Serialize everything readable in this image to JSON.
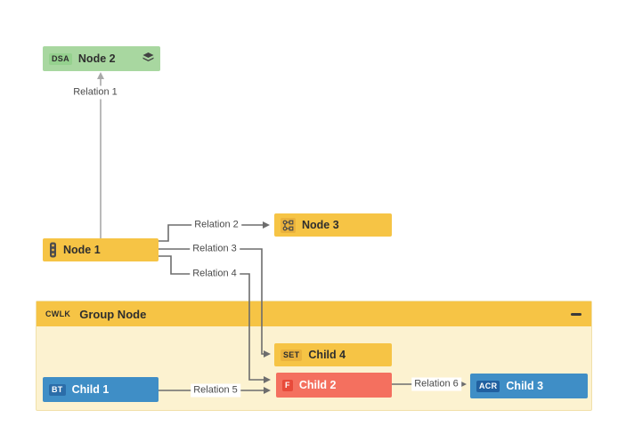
{
  "diagram": {
    "nodes": {
      "node1": {
        "label": "Node 1",
        "icon": "pipeline-icon"
      },
      "node2": {
        "label": "Node 2",
        "badge": "DSA",
        "icon": "layers-icon"
      },
      "node3": {
        "label": "Node 3",
        "icon": "workflow-icon"
      },
      "child1": {
        "label": "Child 1",
        "badge": "BT"
      },
      "child2": {
        "label": "Child 2",
        "badge": "F"
      },
      "child3": {
        "label": "Child 3",
        "badge": "ACR"
      },
      "child4": {
        "label": "Child 4",
        "badge": "SET"
      },
      "group": {
        "label": "Group Node",
        "badge": "CWLK",
        "collapse_icon": "minus-icon"
      }
    },
    "edges": {
      "relation1": {
        "label": "Relation 1",
        "from": "Node 1",
        "to": "Node 2"
      },
      "relation2": {
        "label": "Relation 2",
        "from": "Node 1",
        "to": "Node 3"
      },
      "relation3": {
        "label": "Relation 3",
        "from": "Node 1",
        "to": "Child 4"
      },
      "relation4": {
        "label": "Relation 4",
        "from": "Node 1",
        "to": "Child 2"
      },
      "relation5": {
        "label": "Relation 5",
        "from": "Child 1",
        "to": "Child 2"
      },
      "relation6": {
        "label": "Relation 6",
        "from": "Child 2",
        "to": "Child 3"
      }
    },
    "colors": {
      "node_green": "#a8d7a0",
      "badge_green": "#95d18e",
      "node_amber": "#f6c445",
      "badge_amber": "#eab23c",
      "group_body": "#fcf2d0",
      "group_border": "#f1e0a9",
      "node_red": "#f4705f",
      "badge_red": "#e84a3a",
      "node_blue": "#3f8ec6",
      "badge_blue_bt": "#2b6da9",
      "badge_blue_acr": "#2160a0",
      "edge": "#6d6d6d",
      "edge_light": "#a9a9a9",
      "label_text": "#4a4a4a",
      "node_text_dark": "#2e2e2e"
    }
  }
}
